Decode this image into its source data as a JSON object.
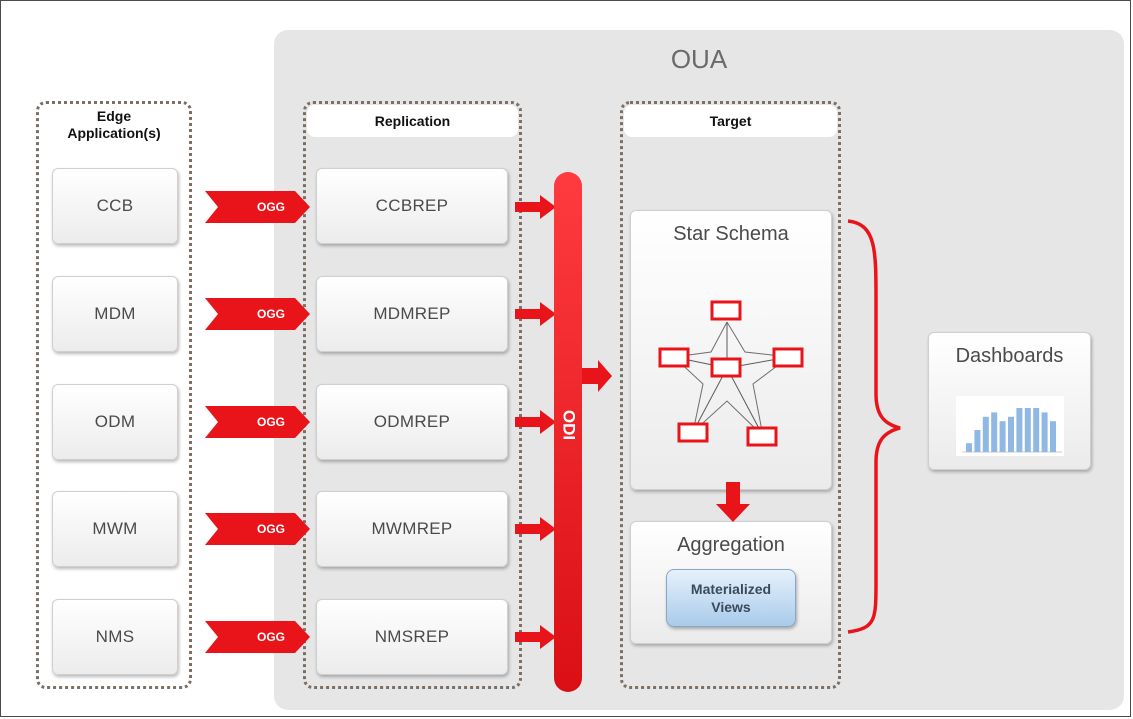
{
  "oua": {
    "title": "OUA"
  },
  "edge": {
    "header_line1": "Edge",
    "header_line2": "Application(s)",
    "items": [
      "CCB",
      "MDM",
      "ODM",
      "MWM",
      "NMS"
    ]
  },
  "connector_label": "OGG",
  "replication": {
    "header": "Replication",
    "items": [
      "CCBREP",
      "MDMREP",
      "ODMREP",
      "MWMREP",
      "NMSREP"
    ]
  },
  "bus_label": "ODI",
  "target": {
    "header": "Target",
    "star_schema": "Star Schema",
    "aggregation": "Aggregation",
    "materialized_line1": "Materialized",
    "materialized_line2": "Views"
  },
  "dashboards": {
    "title": "Dashboards",
    "mini_chart_values": [
      2,
      5,
      8,
      9,
      7,
      8,
      10,
      10,
      10,
      9,
      7
    ]
  },
  "colors": {
    "accent_red": "#e8141a",
    "panel_gray": "#e6e6e6",
    "border_dotted": "#7b6f66",
    "view_blue": "#a9cbeb"
  }
}
